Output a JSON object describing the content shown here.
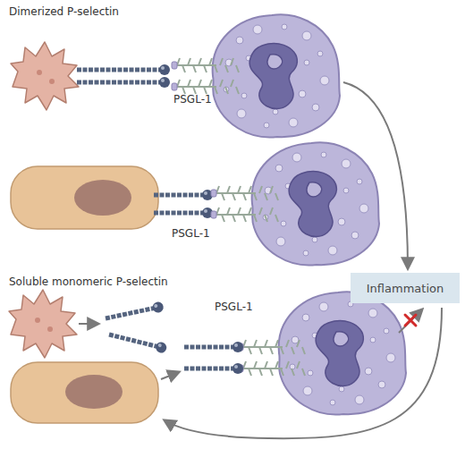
{
  "diagram": {
    "nodes": [
      {
        "text": [
          "Inflammation"
        ]
      }
    ],
    "labels": [
      "Dimerized P-selectin",
      "PSGL-1",
      "PSGL-1",
      "Soluble monomeric P-selectin",
      "PSGL-1"
    ]
  }
}
